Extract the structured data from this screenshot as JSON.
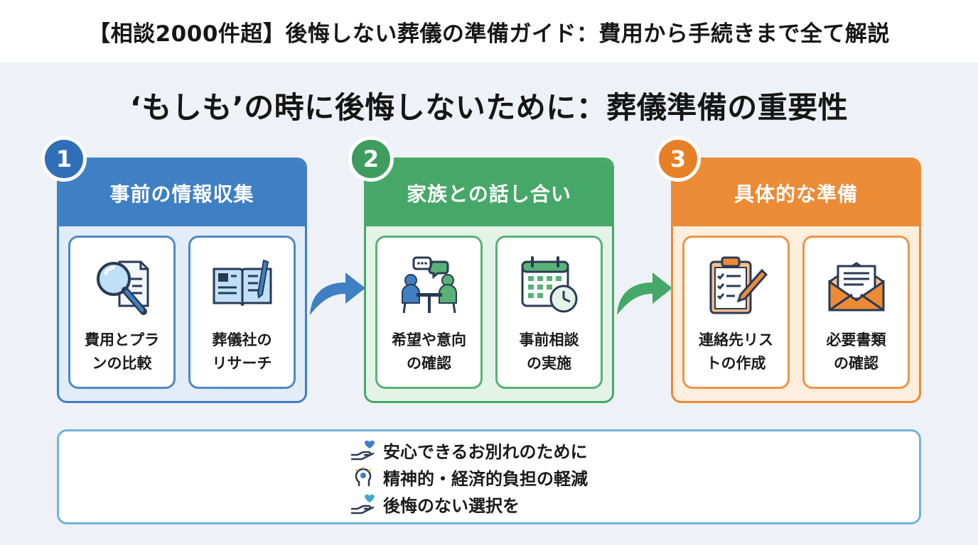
{
  "page_title": "【相談2000件超】後悔しない葬儀の準備ガイド：費用から手続きまで全て解説",
  "headline": "‘もしも’の時に後悔しないために：葬儀準備の重要性",
  "steps": [
    {
      "number": "1",
      "title": "事前の情報収集",
      "color": "#3f7fc4",
      "cards": [
        {
          "label": "費用とプラ\nンの比較",
          "icon": "magnifier-document-icon"
        },
        {
          "label": "葬儀社の\nリサーチ",
          "icon": "open-book-icon"
        }
      ]
    },
    {
      "number": "2",
      "title": "家族との話し合い",
      "color": "#46a868",
      "cards": [
        {
          "label": "希望や意向\nの確認",
          "icon": "people-conversation-icon"
        },
        {
          "label": "事前相談\nの実施",
          "icon": "calendar-clock-icon"
        }
      ]
    },
    {
      "number": "3",
      "title": "具体的な準備",
      "color": "#ec8b36",
      "cards": [
        {
          "label": "連絡先リス\nトの作成",
          "icon": "clipboard-checklist-icon"
        },
        {
          "label": "必要書類\nの確認",
          "icon": "envelope-letter-icon"
        }
      ]
    }
  ],
  "benefits": [
    {
      "text": "安心できるお別れのために",
      "icon": "hand-heart-icon"
    },
    {
      "text": "精神的・経済的負担の軽減",
      "icon": "head-lightbulb-icon"
    },
    {
      "text": "後悔のない選択を",
      "icon": "hand-heart-icon"
    }
  ]
}
